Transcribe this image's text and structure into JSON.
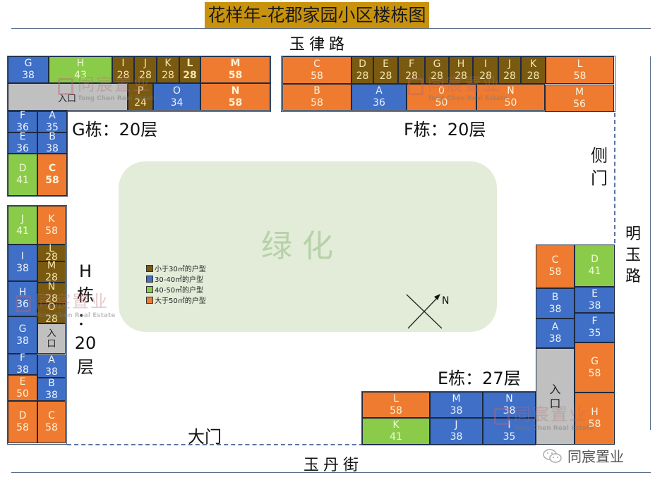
{
  "title": "花样年-花郡家园小区楼栋图",
  "roads": {
    "north": "玉律路",
    "south": "玉丹街",
    "east": "明玉路"
  },
  "gates": {
    "main_gate": "大门",
    "side_gate": "侧门",
    "entrance": "入口"
  },
  "green_area_label": "绿化",
  "compass_label": "N",
  "buildings": {
    "G": {
      "label": "G栋：20层",
      "units": [
        {
          "id": "G",
          "area": "38",
          "type": "30-40"
        },
        {
          "id": "H",
          "area": "43",
          "type": "40-50"
        },
        {
          "id": "I",
          "area": "28",
          "type": "<30"
        },
        {
          "id": "J",
          "area": "28",
          "type": "<30"
        },
        {
          "id": "K",
          "area": "28",
          "type": "<30"
        },
        {
          "id": "L",
          "area": "28",
          "type": "<30"
        },
        {
          "id": "M",
          "area": "58",
          "type": ">50"
        },
        {
          "id": "P",
          "area": "24",
          "type": "<30"
        },
        {
          "id": "O",
          "area": "34",
          "type": "30-40"
        },
        {
          "id": "N",
          "area": "58",
          "type": ">50"
        },
        {
          "id": "F",
          "area": "36",
          "type": "30-40"
        },
        {
          "id": "A",
          "area": "35",
          "type": "30-40"
        },
        {
          "id": "E",
          "area": "36",
          "type": "30-40"
        },
        {
          "id": "B",
          "area": "38",
          "type": "30-40"
        },
        {
          "id": "D",
          "area": "41",
          "type": "40-50"
        },
        {
          "id": "C",
          "area": "58",
          "type": ">50"
        }
      ]
    },
    "F": {
      "label": "F栋：20层",
      "units": [
        {
          "id": "C",
          "area": "58",
          "type": ">50"
        },
        {
          "id": "D",
          "area": "28",
          "type": "<30"
        },
        {
          "id": "E",
          "area": "28",
          "type": "<30"
        },
        {
          "id": "F",
          "area": "28",
          "type": "<30"
        },
        {
          "id": "G",
          "area": "28",
          "type": "<30"
        },
        {
          "id": "H",
          "area": "28",
          "type": "<30"
        },
        {
          "id": "I",
          "area": "28",
          "type": "<30"
        },
        {
          "id": "J",
          "area": "28",
          "type": "<30"
        },
        {
          "id": "K",
          "area": "28",
          "type": "<30"
        },
        {
          "id": "L",
          "area": "58",
          "type": ">50"
        },
        {
          "id": "B",
          "area": "58",
          "type": ">50"
        },
        {
          "id": "A",
          "area": "36",
          "type": "30-40"
        },
        {
          "id": "0",
          "area": "50",
          "type": ">50"
        },
        {
          "id": "N",
          "area": "50",
          "type": ">50"
        },
        {
          "id": "M",
          "area": "56",
          "type": ">50"
        }
      ]
    },
    "H": {
      "label_parts": [
        "H",
        "栋",
        "：",
        "20",
        "层"
      ],
      "units": [
        {
          "id": "J",
          "area": "41",
          "type": "40-50"
        },
        {
          "id": "K",
          "area": "58",
          "type": ">50"
        },
        {
          "id": "I",
          "area": "38",
          "type": "30-40"
        },
        {
          "id": "L",
          "area": "28",
          "type": "<30"
        },
        {
          "id": "M",
          "area": "28",
          "type": "<30"
        },
        {
          "id": "H",
          "area": "36",
          "type": "30-40"
        },
        {
          "id": "N",
          "area": "28",
          "type": "<30"
        },
        {
          "id": "O",
          "area": "28",
          "type": "<30"
        },
        {
          "id": "G",
          "area": "38",
          "type": "30-40"
        },
        {
          "id": "F",
          "area": "38",
          "type": "30-40"
        },
        {
          "id": "A",
          "area": "38",
          "type": "30-40"
        },
        {
          "id": "E",
          "area": "50",
          "type": ">50"
        },
        {
          "id": "B",
          "area": "38",
          "type": "30-40"
        },
        {
          "id": "D",
          "area": "58",
          "type": ">50"
        },
        {
          "id": "C",
          "area": "58",
          "type": ">50"
        }
      ]
    },
    "E": {
      "label": "E栋：27层",
      "units": [
        {
          "id": "C",
          "area": "58",
          "type": ">50"
        },
        {
          "id": "D",
          "area": "41",
          "type": "40-50"
        },
        {
          "id": "B",
          "area": "38",
          "type": "30-40"
        },
        {
          "id": "E",
          "area": "38",
          "type": "30-40"
        },
        {
          "id": "A",
          "area": "38",
          "type": "30-40"
        },
        {
          "id": "F",
          "area": "35",
          "type": "30-40"
        },
        {
          "id": "G",
          "area": "58",
          "type": ">50"
        },
        {
          "id": "H",
          "area": "58",
          "type": ">50"
        },
        {
          "id": "L",
          "area": "58",
          "type": ">50"
        },
        {
          "id": "M",
          "area": "38",
          "type": "30-40"
        },
        {
          "id": "N",
          "area": "38",
          "type": "30-40"
        },
        {
          "id": "K",
          "area": "41",
          "type": "40-50"
        },
        {
          "id": "J",
          "area": "38",
          "type": "30-40"
        },
        {
          "id": "I",
          "area": "35",
          "type": "30-40"
        }
      ]
    }
  },
  "legend": [
    {
      "label": "小于30㎡的户型",
      "color": "#7a5a10"
    },
    {
      "label": "30-40㎡的户型",
      "color": "#3f6fc6"
    },
    {
      "label": "40-50㎡的户型",
      "color": "#8acc4a"
    },
    {
      "label": "大于50㎡的户型",
      "color": "#ee7b30"
    }
  ],
  "colors": {
    "under_30": "#7a5a10",
    "30_40": "#3f6fc6",
    "40_50": "#8acc4a",
    "over_50": "#ee7b30",
    "entrance": "#c0c0c0",
    "title_bg": "#c8920c",
    "green_area": "#e2ecd8"
  },
  "watermark": {
    "name": "同宸置业",
    "sub": "Tong Chen Real Estate"
  },
  "footer_brand": "同宸置业"
}
